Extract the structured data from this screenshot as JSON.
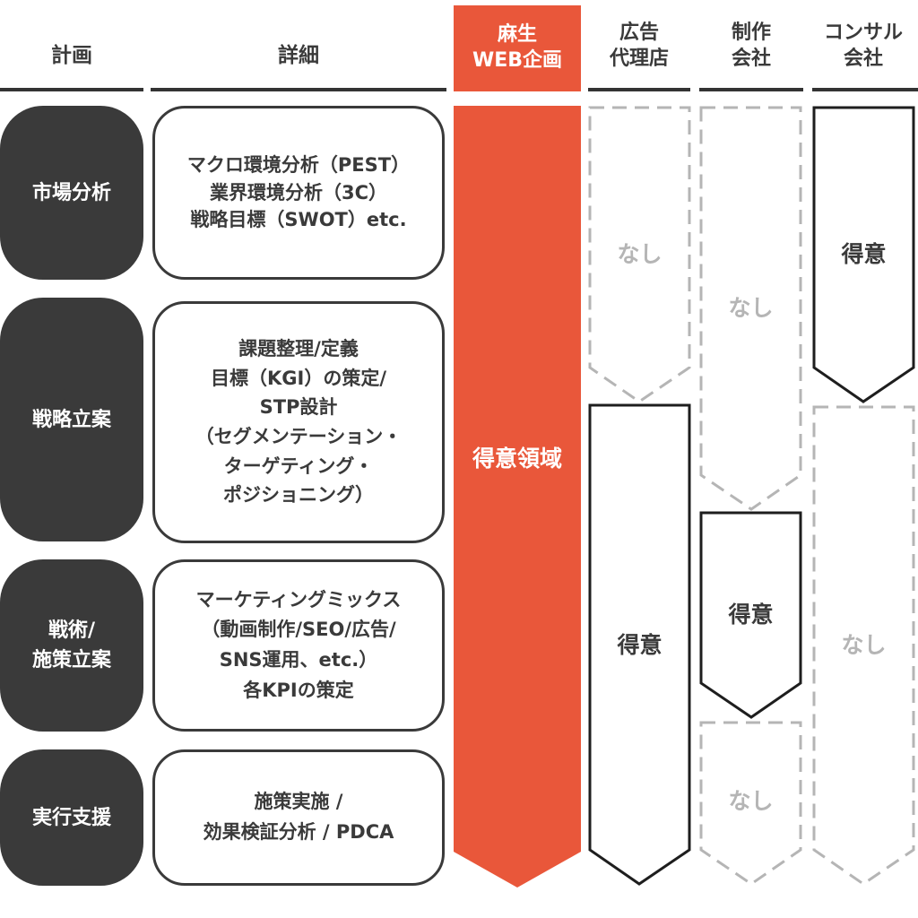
{
  "headers": {
    "plan": "計画",
    "detail": "詳細",
    "aso": [
      "麻生",
      "WEB企画"
    ],
    "ad_agency": [
      "広告",
      "代理店"
    ],
    "production": [
      "制作",
      "会社"
    ],
    "consulting": [
      "コンサル",
      "会社"
    ]
  },
  "phases": [
    {
      "label": [
        "市場分析"
      ]
    },
    {
      "label": [
        "戦略立案"
      ]
    },
    {
      "label": [
        "戦術/",
        "施策立案"
      ]
    },
    {
      "label": [
        "実行支援"
      ]
    }
  ],
  "details": [
    {
      "lines": [
        "マクロ環境分析（PEST）",
        "業界環境分析（3C）",
        "戦略目標（SWOT）etc."
      ]
    },
    {
      "lines": [
        "課題整理/定義",
        "目標（KGI）の策定/",
        "STP設計",
        "（セグメンテーション・",
        "ターゲティング・",
        "ポジショニング）"
      ]
    },
    {
      "lines": [
        "マーケティングミックス",
        "（動画制作/SEO/広告/",
        "SNS運用、etc.）",
        "各KPIの策定"
      ]
    },
    {
      "lines": [
        "施策実施 /",
        "効果検証分析 / PDCA"
      ]
    }
  ],
  "columns": {
    "aso": {
      "label": "得意領域"
    },
    "ad_agency": [
      {
        "label": "なし",
        "kind": "none"
      },
      {
        "label": "得意",
        "kind": "strong"
      }
    ],
    "production": [
      {
        "label": "なし",
        "kind": "none"
      },
      {
        "label": "得意",
        "kind": "strong"
      },
      {
        "label": "なし",
        "kind": "none"
      }
    ],
    "consulting": [
      {
        "label": "得意",
        "kind": "strong"
      },
      {
        "label": "なし",
        "kind": "none"
      }
    ]
  },
  "colors": {
    "accent": "#e9573a",
    "dark": "#3a3a3a",
    "muted": "#b5b5b5"
  }
}
